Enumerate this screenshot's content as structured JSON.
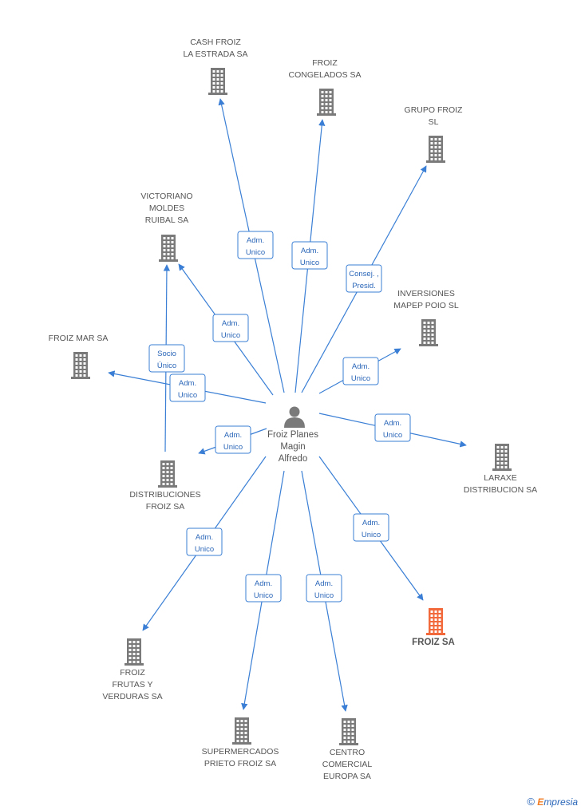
{
  "center": {
    "lines": [
      "Froiz Planes",
      "Magin",
      "Alfredo"
    ],
    "icon": "person-icon"
  },
  "colors": {
    "edge": "#3a7fd5",
    "building": "#7a7a7a",
    "highlight": "#f26a3c",
    "label_text": "#2a66b8"
  },
  "nodes": [
    {
      "id": "cash-froiz",
      "lines": [
        "CASH FROIZ",
        "LA ESTRADA SA"
      ],
      "icon": "building-icon"
    },
    {
      "id": "froiz-congelados",
      "lines": [
        "FROIZ",
        "CONGELADOS SA"
      ],
      "icon": "building-icon"
    },
    {
      "id": "grupo-froiz",
      "lines": [
        "GRUPO FROIZ",
        "SL"
      ],
      "icon": "building-icon"
    },
    {
      "id": "victoriano",
      "lines": [
        "VICTORIANO",
        "MOLDES",
        "RUIBAL SA"
      ],
      "icon": "building-icon"
    },
    {
      "id": "inversiones",
      "lines": [
        "INVERSIONES",
        "MAPEP POIO  SL"
      ],
      "icon": "building-icon"
    },
    {
      "id": "froiz-mar",
      "lines": [
        "FROIZ MAR SA"
      ],
      "icon": "building-icon"
    },
    {
      "id": "laraxe",
      "lines": [
        "LARAXE",
        "DISTRIBUCION SA"
      ],
      "icon": "building-icon"
    },
    {
      "id": "distribuciones",
      "lines": [
        "DISTRIBUCIONES",
        "FROIZ SA"
      ],
      "icon": "building-icon"
    },
    {
      "id": "froiz-sa",
      "lines": [
        "FROIZ SA"
      ],
      "icon": "building-icon",
      "highlight": true
    },
    {
      "id": "froiz-frutas",
      "lines": [
        "FROIZ",
        "FRUTAS Y",
        "VERDURAS SA"
      ],
      "icon": "building-icon"
    },
    {
      "id": "supermercados",
      "lines": [
        "SUPERMERCADOS",
        "PRIETO FROIZ SA"
      ],
      "icon": "building-icon"
    },
    {
      "id": "centro-comercial",
      "lines": [
        "CENTRO",
        "COMERCIAL",
        "EUROPA SA"
      ],
      "icon": "building-icon"
    }
  ],
  "edges": [
    {
      "target": "cash-froiz",
      "label": [
        "Adm.",
        "Unico"
      ]
    },
    {
      "target": "froiz-congelados",
      "label": [
        "Adm.",
        "Unico"
      ]
    },
    {
      "target": "grupo-froiz",
      "label": [
        "Consej. ,",
        "Presid."
      ]
    },
    {
      "target": "victoriano",
      "label": [
        "Adm.",
        "Unico"
      ]
    },
    {
      "target": "inversiones",
      "label": [
        "Adm.",
        "Unico"
      ]
    },
    {
      "target": "froiz-mar",
      "label": [
        "Adm.",
        "Unico"
      ]
    },
    {
      "target": "laraxe",
      "label": [
        "Adm.",
        "Unico"
      ]
    },
    {
      "target": "distribuciones",
      "label": [
        "Adm.",
        "Unico"
      ]
    },
    {
      "target": "froiz-sa",
      "label": [
        "Adm.",
        "Unico"
      ]
    },
    {
      "target": "froiz-frutas",
      "label": [
        "Adm.",
        "Unico"
      ]
    },
    {
      "target": "supermercados",
      "label": [
        "Adm.",
        "Unico"
      ]
    },
    {
      "target": "centro-comercial",
      "label": [
        "Adm.",
        "Unico"
      ]
    },
    {
      "source": "distribuciones",
      "target": "victoriano",
      "label": [
        "Socio",
        "Único"
      ]
    }
  ],
  "footer": {
    "copyright": "©",
    "brand_initial": "E",
    "brand_rest": "mpresia"
  }
}
